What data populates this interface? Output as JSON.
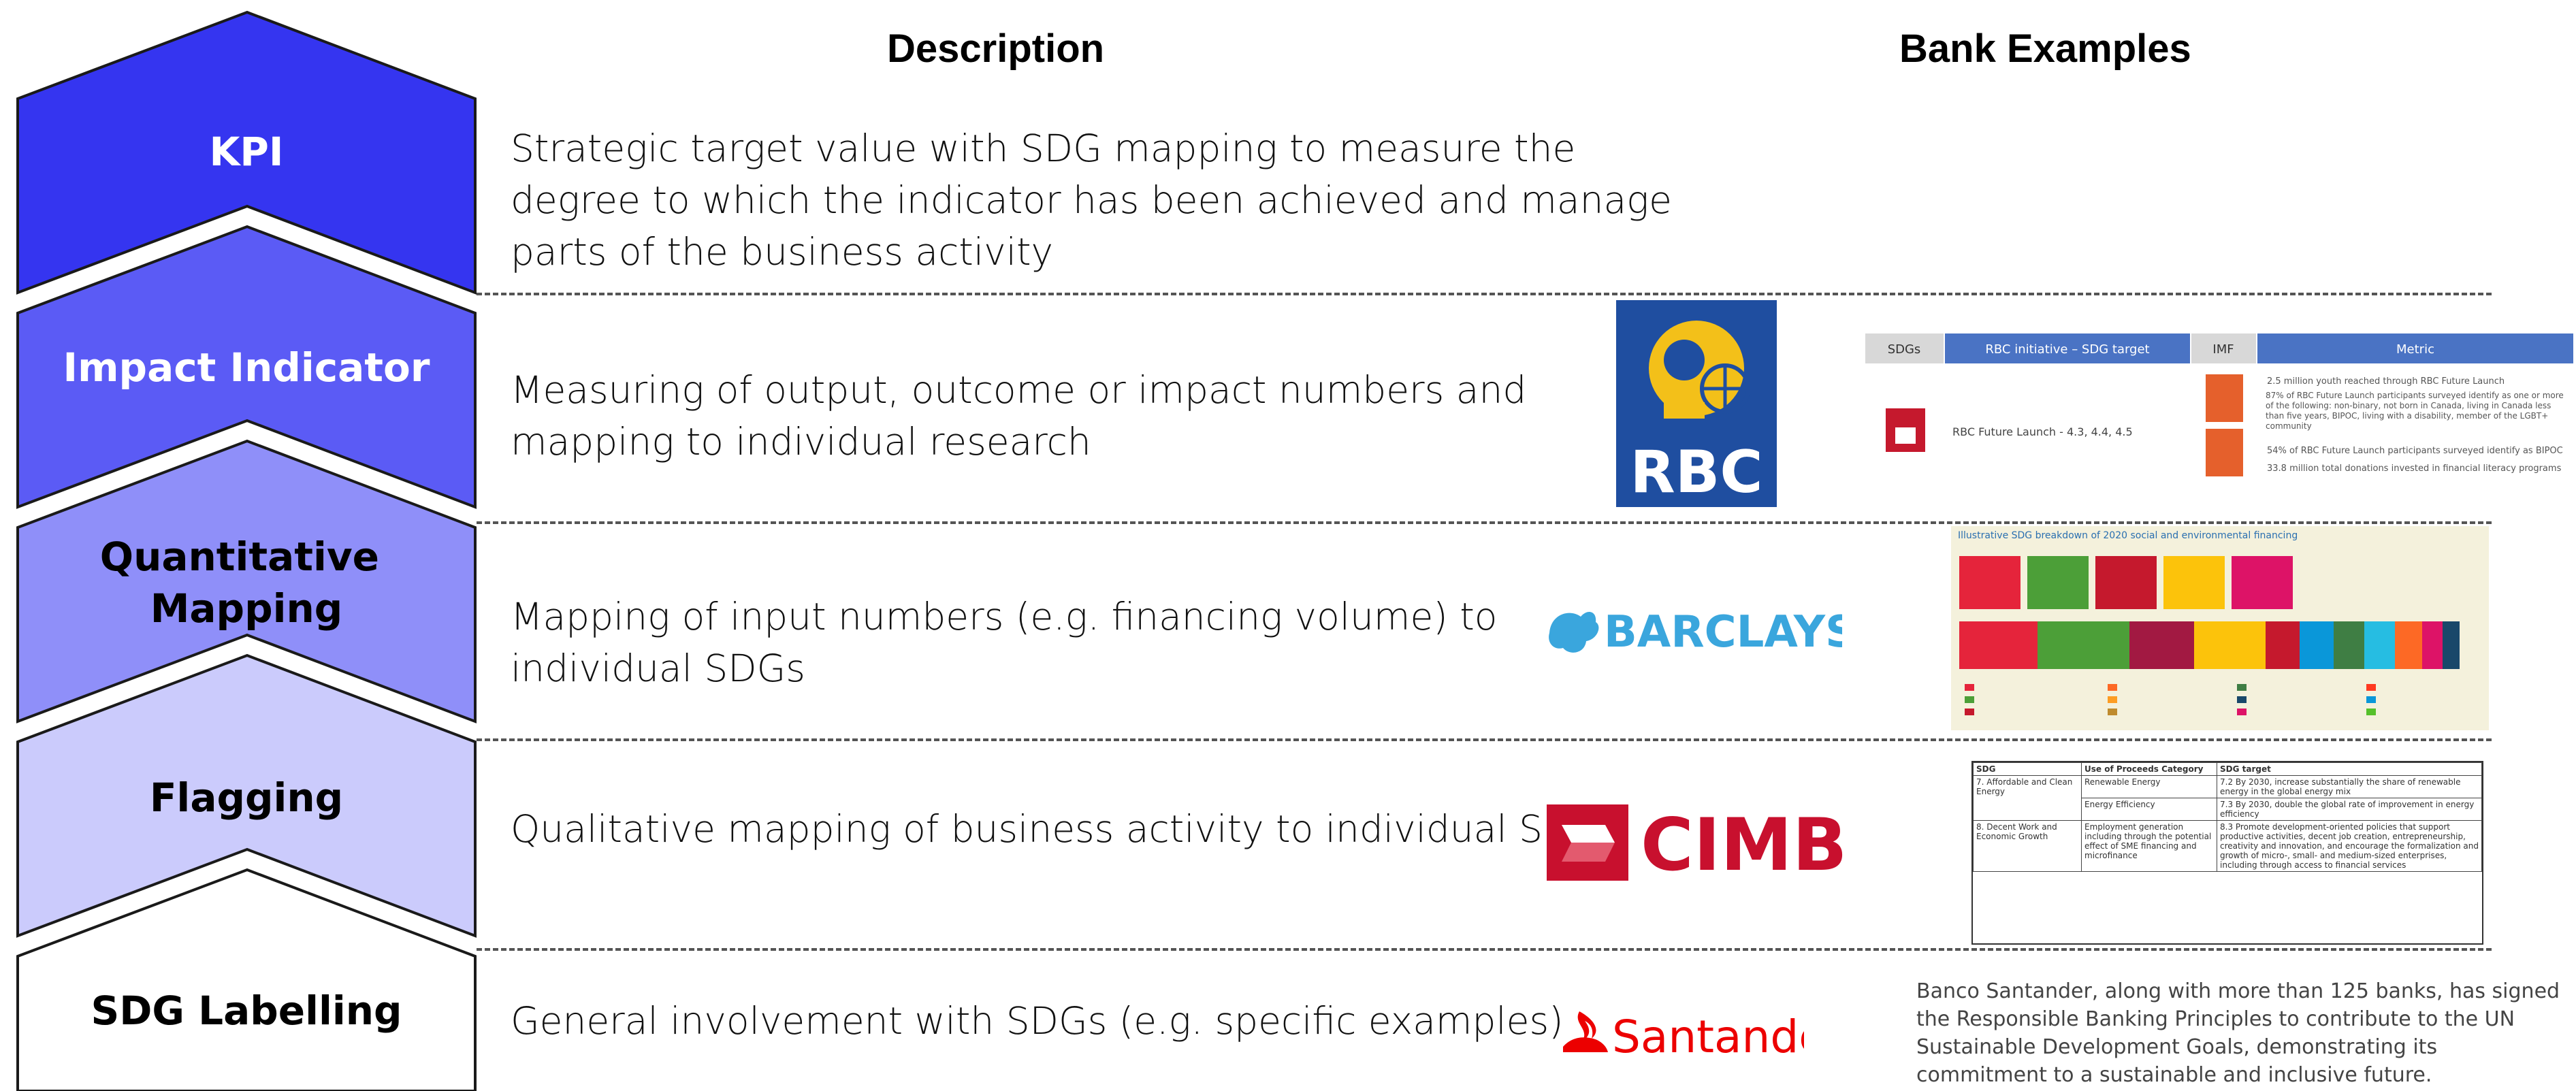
{
  "headers": {
    "description": "Description",
    "examples": "Bank Examples"
  },
  "levels": [
    {
      "label": "KPI",
      "label_lines": [
        "KPI"
      ],
      "fill": "#3535f0",
      "text_color": "#ffffff",
      "description_lines": [
        "Strategic target value with SDG mapping to measure the",
        "degree to which the indicator has been achieved and manage",
        "parts of the business activity"
      ]
    },
    {
      "label": "Impact Indicator",
      "label_lines": [
        "Impact Indicator"
      ],
      "fill": "#5b5bf5",
      "text_color": "#ffffff",
      "description_lines": [
        "Measuring of output, outcome or impact numbers and",
        "mapping to individual research"
      ]
    },
    {
      "label": "Quantitative Mapping",
      "label_lines": [
        "Quantitative",
        "Mapping"
      ],
      "fill": "#8f8ff9",
      "text_color": "#000000",
      "description_lines": [
        "Mapping of input numbers (e.g. financing volume) to",
        "individual SDGs"
      ]
    },
    {
      "label": "Flagging",
      "label_lines": [
        "Flagging"
      ],
      "fill": "#cbcbfc",
      "text_color": "#000000",
      "description_lines": [
        "Qualitative mapping of business activity to individual SDGs"
      ]
    },
    {
      "label": "SDG Labelling",
      "label_lines": [
        "SDG Labelling"
      ],
      "fill": "#ffffff",
      "text_color": "#000000",
      "description_lines": [
        "General involvement with SDGs (e.g. specific examples)"
      ]
    }
  ],
  "banks": {
    "rbc": {
      "logo_text": "RBC",
      "color": "#1f4ea0",
      "accent": "#f3c019",
      "table_headers": [
        "SDGs",
        "RBC initiative – SDG target",
        "IMF",
        "Metric"
      ],
      "table_row": "RBC Future Launch - 4.3, 4.4, 4.5",
      "metrics": [
        "2.5 million youth reached through RBC Future Launch",
        "87% of RBC Future Launch participants surveyed identify as one or more of the following: non-binary, not born in Canada, living in Canada less than five years, BIPOC, living with a disability, member of the LGBT+ community",
        "54% of RBC Future Launch participants surveyed identify as BIPOC",
        "33.8 million total donations invested in financial literacy programs"
      ]
    },
    "barclays": {
      "logo_text": "BARCLAYS",
      "color": "#3aa6dd",
      "chart_title": "Illustrative SDG breakdown of 2020 social and environmental financing"
    },
    "cimb": {
      "logo_text": "CIMB",
      "color": "#c8102e",
      "table_headers": [
        "SDG",
        "Use of Proceeds Category",
        "SDG target"
      ],
      "rows": [
        {
          "sdg": "7. Affordable and Clean Energy",
          "category": "Renewable Energy",
          "target": "7.2 By 2030, increase substantially the share of renewable energy in the global energy mix"
        },
        {
          "sdg": "",
          "category": "Energy Efficiency",
          "target": "7.3 By 2030, double the global rate of improvement in energy efficiency"
        },
        {
          "sdg": "8. Decent Work and Economic Growth",
          "category": "Employment generation including through the potential effect of SME financing and microfinance",
          "target": "8.3 Promote development-oriented policies that support productive activities, decent job creation, entrepreneurship, creativity and innovation, and encourage the formalization and growth of micro-, small- and medium-sized enterprises, including through access to financial services"
        }
      ]
    },
    "santander": {
      "logo_text": "Santander",
      "color": "#ec0000",
      "quote_lines": [
        "Banco Santander, along with more than 125 banks, has signed",
        "the Responsible Banking Principles to contribute to the UN",
        "Sustainable Development Goals, demonstrating its",
        "commitment to a sustainable and inclusive future."
      ]
    }
  }
}
